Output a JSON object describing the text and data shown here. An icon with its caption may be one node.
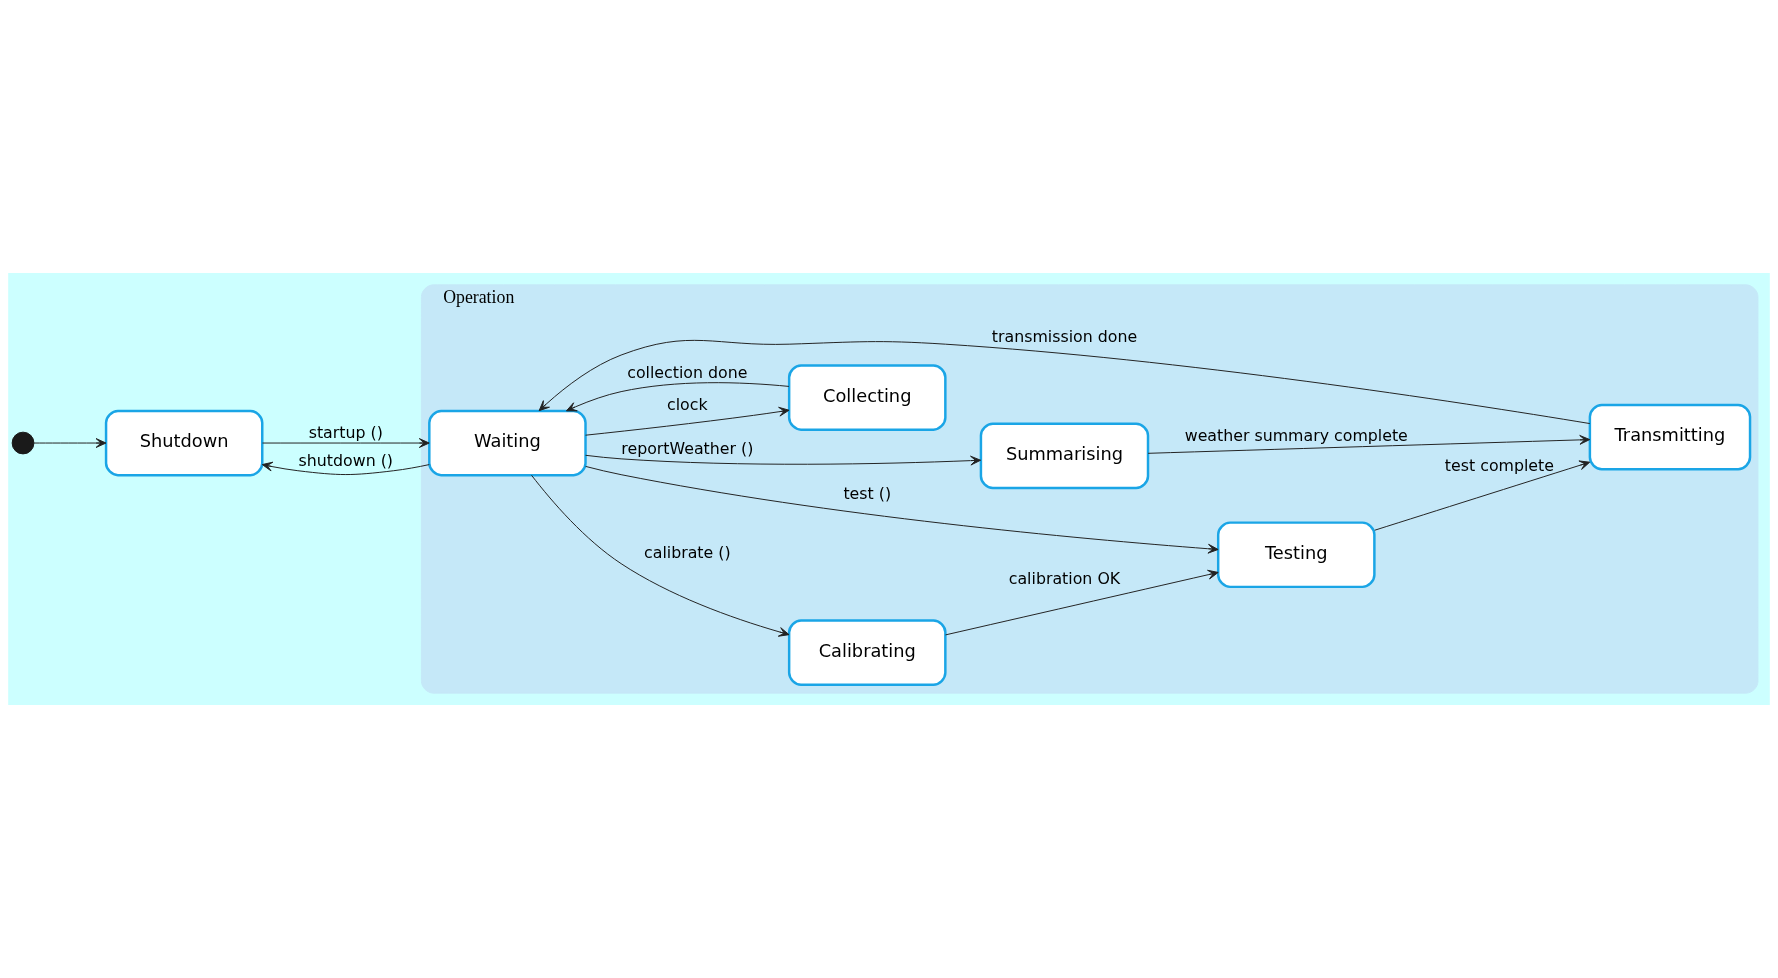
{
  "diagram": {
    "nodes": [
      {
        "text": [],
        "shape": "circle"
      },
      {
        "text": [
          "Shutdown"
        ]
      },
      {
        "text": [
          "Operation"
        ]
      },
      {
        "text": [
          "Waiting"
        ],
        "in": 2
      },
      {
        "text": [
          "Calibrating"
        ],
        "in": 2
      },
      {
        "text": [
          "Testing"
        ],
        "in": 2
      },
      {
        "text": [
          "Transmitting"
        ],
        "in": 2
      },
      {
        "text": [
          "Collecting"
        ],
        "in": 2
      },
      {
        "text": [
          "Summarising"
        ],
        "in": 2
      }
    ],
    "edges": [
      {
        "from": 0,
        "to": 1,
        "arrow": "to"
      },
      {
        "from": 1,
        "to": 3,
        "arrow": "to",
        "label": "startup ()"
      },
      {
        "from": 3,
        "to": 1,
        "arrow": "to",
        "label": "shutdown ()"
      },
      {
        "from": 3,
        "to": 4,
        "arrow": "to",
        "label": "calibrate ()"
      },
      {
        "from": 4,
        "to": 5,
        "arrow": "to",
        "label": "calibration OK"
      },
      {
        "from": 3,
        "to": 5,
        "arrow": "to",
        "label": "test ()"
      },
      {
        "from": 5,
        "to": 6,
        "arrow": "to",
        "label": "test complete"
      },
      {
        "from": 6,
        "to": 3,
        "arrow": "to",
        "label": "transmission done"
      },
      {
        "from": 3,
        "to": 7,
        "arrow": "to",
        "label": "clock"
      },
      {
        "from": 7,
        "to": 3,
        "arrow": "to",
        "label": "collection done"
      },
      {
        "from": 3,
        "to": 8,
        "arrow": "to",
        "label": "reportWeather ()"
      },
      {
        "from": 8,
        "to": 6,
        "arrow": "to",
        "label": "weather summary complete"
      }
    ]
  }
}
